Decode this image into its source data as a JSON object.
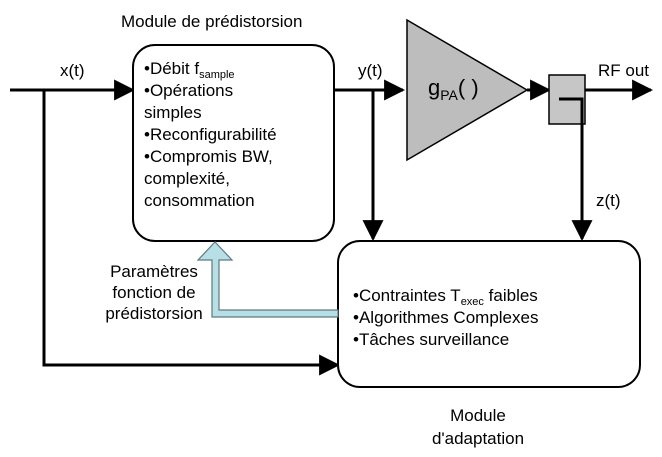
{
  "title_predistortion": "Module de prédistorsion",
  "title_adaptation": [
    "Module",
    "d'adaptation"
  ],
  "signals": {
    "x": "x(t)",
    "y": "y(t)",
    "z": "z(t)",
    "rf_out": "RF out"
  },
  "pa": {
    "g": "g",
    "sub": "PA",
    "args": "( )"
  },
  "predistortion_box": {
    "l1": {
      "bullet": "•Débit f",
      "sub": "sample"
    },
    "l2": "•Opérations",
    "l3": "simples",
    "l4": "•Reconfigurabilité",
    "l5": "•Compromis BW,",
    "l6": "complexité,",
    "l7": "consommation"
  },
  "adaptation_box": {
    "l1": {
      "pre": "•Contraintes T",
      "sub": "exec",
      "post": " faibles"
    },
    "l2": "•Algorithmes Complexes",
    "l3": "•Tâches surveillance"
  },
  "feedback_label": [
    "Paramètres",
    "fonction de",
    "prédistorsion"
  ],
  "colors": {
    "pa_fill": "#bdbdbd",
    "coupler_fill": "#c6c6c6",
    "feedback_arrow": "#b8dfe6",
    "feedback_stroke": "#5f7a80"
  }
}
